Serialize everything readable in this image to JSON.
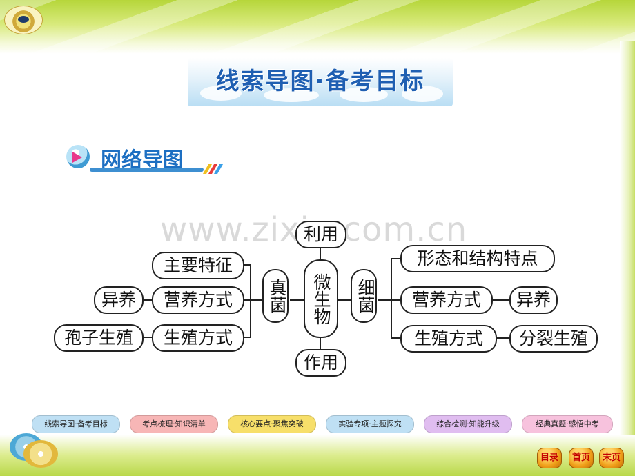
{
  "title": "线索导图·备考目标",
  "section": {
    "heading": "网络导图"
  },
  "watermark": "www.zixin.com.cn",
  "mindmap": {
    "center": "微生物",
    "top": "利用",
    "bottom": "作用",
    "left": {
      "branch": "真菌",
      "items": [
        {
          "label": "主要特征"
        },
        {
          "label": "营养方式",
          "detail": "异养"
        },
        {
          "label": "生殖方式",
          "detail": "孢子生殖"
        }
      ]
    },
    "right": {
      "branch": "细菌",
      "items": [
        {
          "label": "形态和结构特点"
        },
        {
          "label": "营养方式",
          "detail": "异养"
        },
        {
          "label": "生殖方式",
          "detail": "分裂生殖"
        }
      ]
    }
  },
  "nav": {
    "buttons": [
      {
        "label": "线索导图·备考目标",
        "color": "#bfe0f4"
      },
      {
        "label": "考点梳理·知识清单",
        "color": "#f7b6b6"
      },
      {
        "label": "核心要点·聚焦突破",
        "color": "#f7df6a"
      },
      {
        "label": "实验专项·主题探究",
        "color": "#bfe0f4"
      },
      {
        "label": "综合检测·知能升级",
        "color": "#e0bdf0"
      },
      {
        "label": "经典真题·感悟中考",
        "color": "#f7c2dd"
      }
    ],
    "page_buttons": {
      "toc": "目录",
      "first": "首页",
      "last": "末页"
    }
  },
  "colors": {
    "title": "#1f5fb2",
    "section": "#1d6fc2",
    "accent_arrow": "#e8388b"
  }
}
